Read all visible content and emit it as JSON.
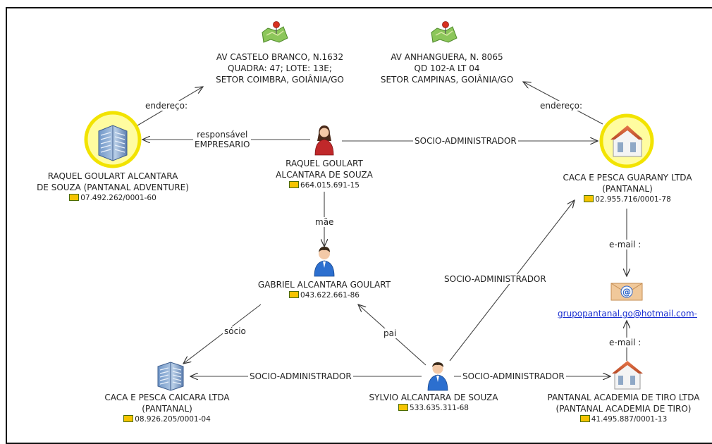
{
  "nodes": {
    "addr1": {
      "lines": [
        "AV CASTELO BRANCO, N.1632",
        "QUADRA: 47; LOTE: 13E;",
        "SETOR COIMBRA, GOIÂNIA/GO"
      ],
      "icon": "map-pin-icon"
    },
    "addr2": {
      "lines": [
        "AV ANHANGUERA, N. 8065",
        "QD 102-A LT 04",
        "SETOR CAMPINAS, GOIÂNIA/GO"
      ],
      "icon": "map-pin-icon"
    },
    "raquel_company": {
      "lines": [
        "RAQUEL GOULART ALCANTARA",
        "DE SOUZA (PANTANAL ADVENTURE)"
      ],
      "doc": "07.492.262/0001-60",
      "icon": "office-building-icon",
      "highlight": "#f2e300"
    },
    "raquel_person": {
      "lines": [
        "RAQUEL GOULART",
        "ALCANTARA DE SOUZA"
      ],
      "doc": "664.015.691-15",
      "icon": "woman-person-icon"
    },
    "caca_guarany": {
      "lines": [
        "CACA E PESCA GUARANY LTDA",
        "(PANTANAL)"
      ],
      "doc": "02.955.716/0001-78",
      "icon": "house-building-icon",
      "highlight": "#f2e300"
    },
    "gabriel": {
      "lines": [
        "GABRIEL ALCANTARA GOULART"
      ],
      "doc": "043.622.661-86",
      "icon": "man-person-icon"
    },
    "email": {
      "text": "grupopantanal.go@hotmail.com-",
      "icon": "email-at-icon"
    },
    "caca_caicara": {
      "lines": [
        "CACA E PESCA CAICARA LTDA",
        "(PANTANAL)"
      ],
      "doc": "08.926.205/0001-04",
      "icon": "office-building-icon"
    },
    "sylvio": {
      "lines": [
        "SYLVIO ALCANTARA DE SOUZA"
      ],
      "doc": "533.635.311-68",
      "icon": "man-person-icon"
    },
    "academia": {
      "lines": [
        "PANTANAL ACADEMIA DE TIRO LTDA",
        "(PANTANAL ACADEMIA DE TIRO)"
      ],
      "doc": "41.495.887/0001-13",
      "icon": "house-building-icon"
    }
  },
  "edges": {
    "endereco1": "endereço:",
    "endereco2": "endereço:",
    "responsavel": [
      "responsável",
      "EMPRESARIO"
    ],
    "socio_admin_top": "SOCIO-ADMINISTRADOR",
    "mae": "mãe",
    "email1": "e-mail :",
    "socio_admin_diag": "SOCIO-ADMINISTRADOR",
    "socio": "sócio",
    "pai": "pai",
    "email2": "e-mail :",
    "socio_admin_left": "SOCIO-ADMINISTRADOR",
    "socio_admin_right": "SOCIO-ADMINISTRADOR"
  }
}
